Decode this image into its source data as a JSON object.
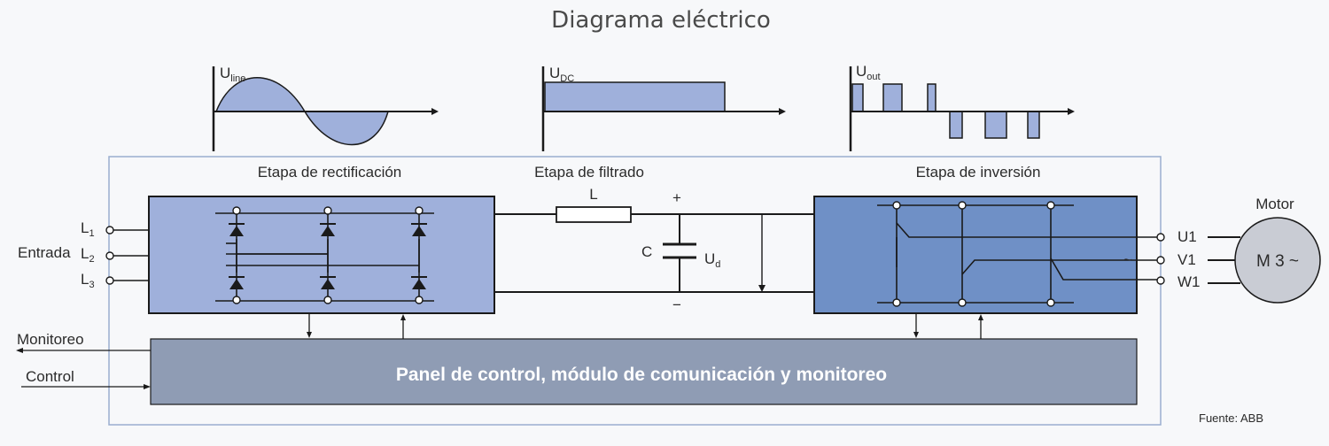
{
  "title": "Diagrama eléctrico",
  "waveforms": {
    "line": {
      "main": "U",
      "sub": "line"
    },
    "dc": {
      "main": "U",
      "sub": "DC"
    },
    "out": {
      "main": "U",
      "sub": "out"
    }
  },
  "stages": {
    "rectification": "Etapa de rectificación",
    "filtering": "Etapa de filtrado",
    "inversion": "Etapa de inversión"
  },
  "inputs": {
    "label": "Entrada",
    "l1": {
      "main": "L",
      "sub": "1"
    },
    "l2": {
      "main": "L",
      "sub": "2"
    },
    "l3": {
      "main": "L",
      "sub": "3"
    }
  },
  "filter": {
    "inductor": "L",
    "capacitor": "C",
    "plus": "+",
    "minus": "−",
    "voltage": {
      "main": "U",
      "sub": "d"
    }
  },
  "outputs": {
    "u1": "U1",
    "v1": "V1",
    "w1": "W1"
  },
  "motor": {
    "label": "Motor",
    "symbol": "M 3 ~"
  },
  "side_labels": {
    "monitoring": "Monitoreo",
    "control": "Control"
  },
  "control_panel": "Panel de control, módulo de comunicación y monitoreo",
  "source": "Fuente: ABB",
  "colors": {
    "rectifier_fill": "#9fb0db",
    "inverter_fill": "#6f90c6",
    "panel_fill": "#8f9cb4",
    "motor_fill": "#c9ccd4",
    "wave_fill": "#9fb0db",
    "frame": "#9aaed0"
  }
}
